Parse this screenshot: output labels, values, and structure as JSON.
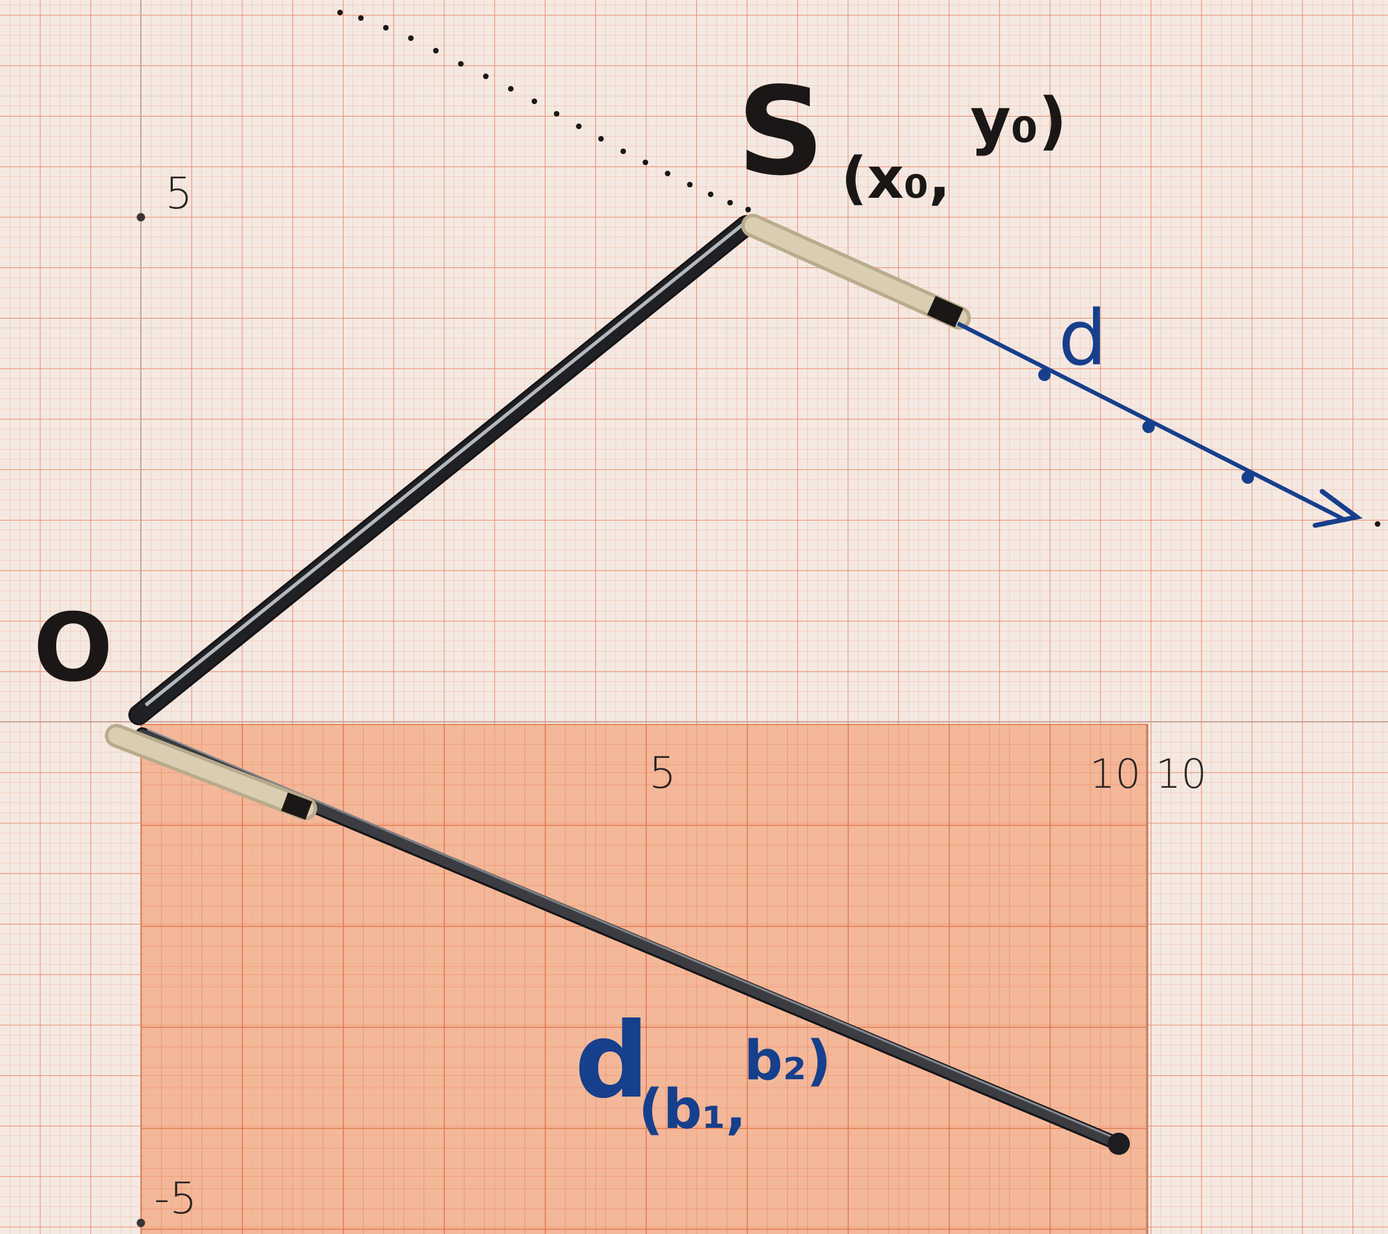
{
  "scene": {
    "background_color": "#f4e9e2",
    "grid_minor_color": "#f3b6a0",
    "grid_major_color": "#ea8f70",
    "overlay_color": "#f2a57e",
    "rod_color": "#2b2c30",
    "wood_color": "#cfc3a8",
    "ink_black": "#1a1716",
    "ink_blue": "#163f8c"
  },
  "axis_labels": {
    "y_top": "5",
    "x_mid": "5",
    "x_overlay_end": "10",
    "x_paper_end": "10",
    "y_bottom": "-5"
  },
  "annotations": {
    "origin": "O",
    "point_s_letter": "S",
    "point_s_coords_left": "(x₀,",
    "point_s_coords_right": "y₀)",
    "direction_label": "d",
    "vector_letter": "d",
    "vector_coords_left": "(b₁,",
    "vector_coords_right": "b₂)"
  }
}
